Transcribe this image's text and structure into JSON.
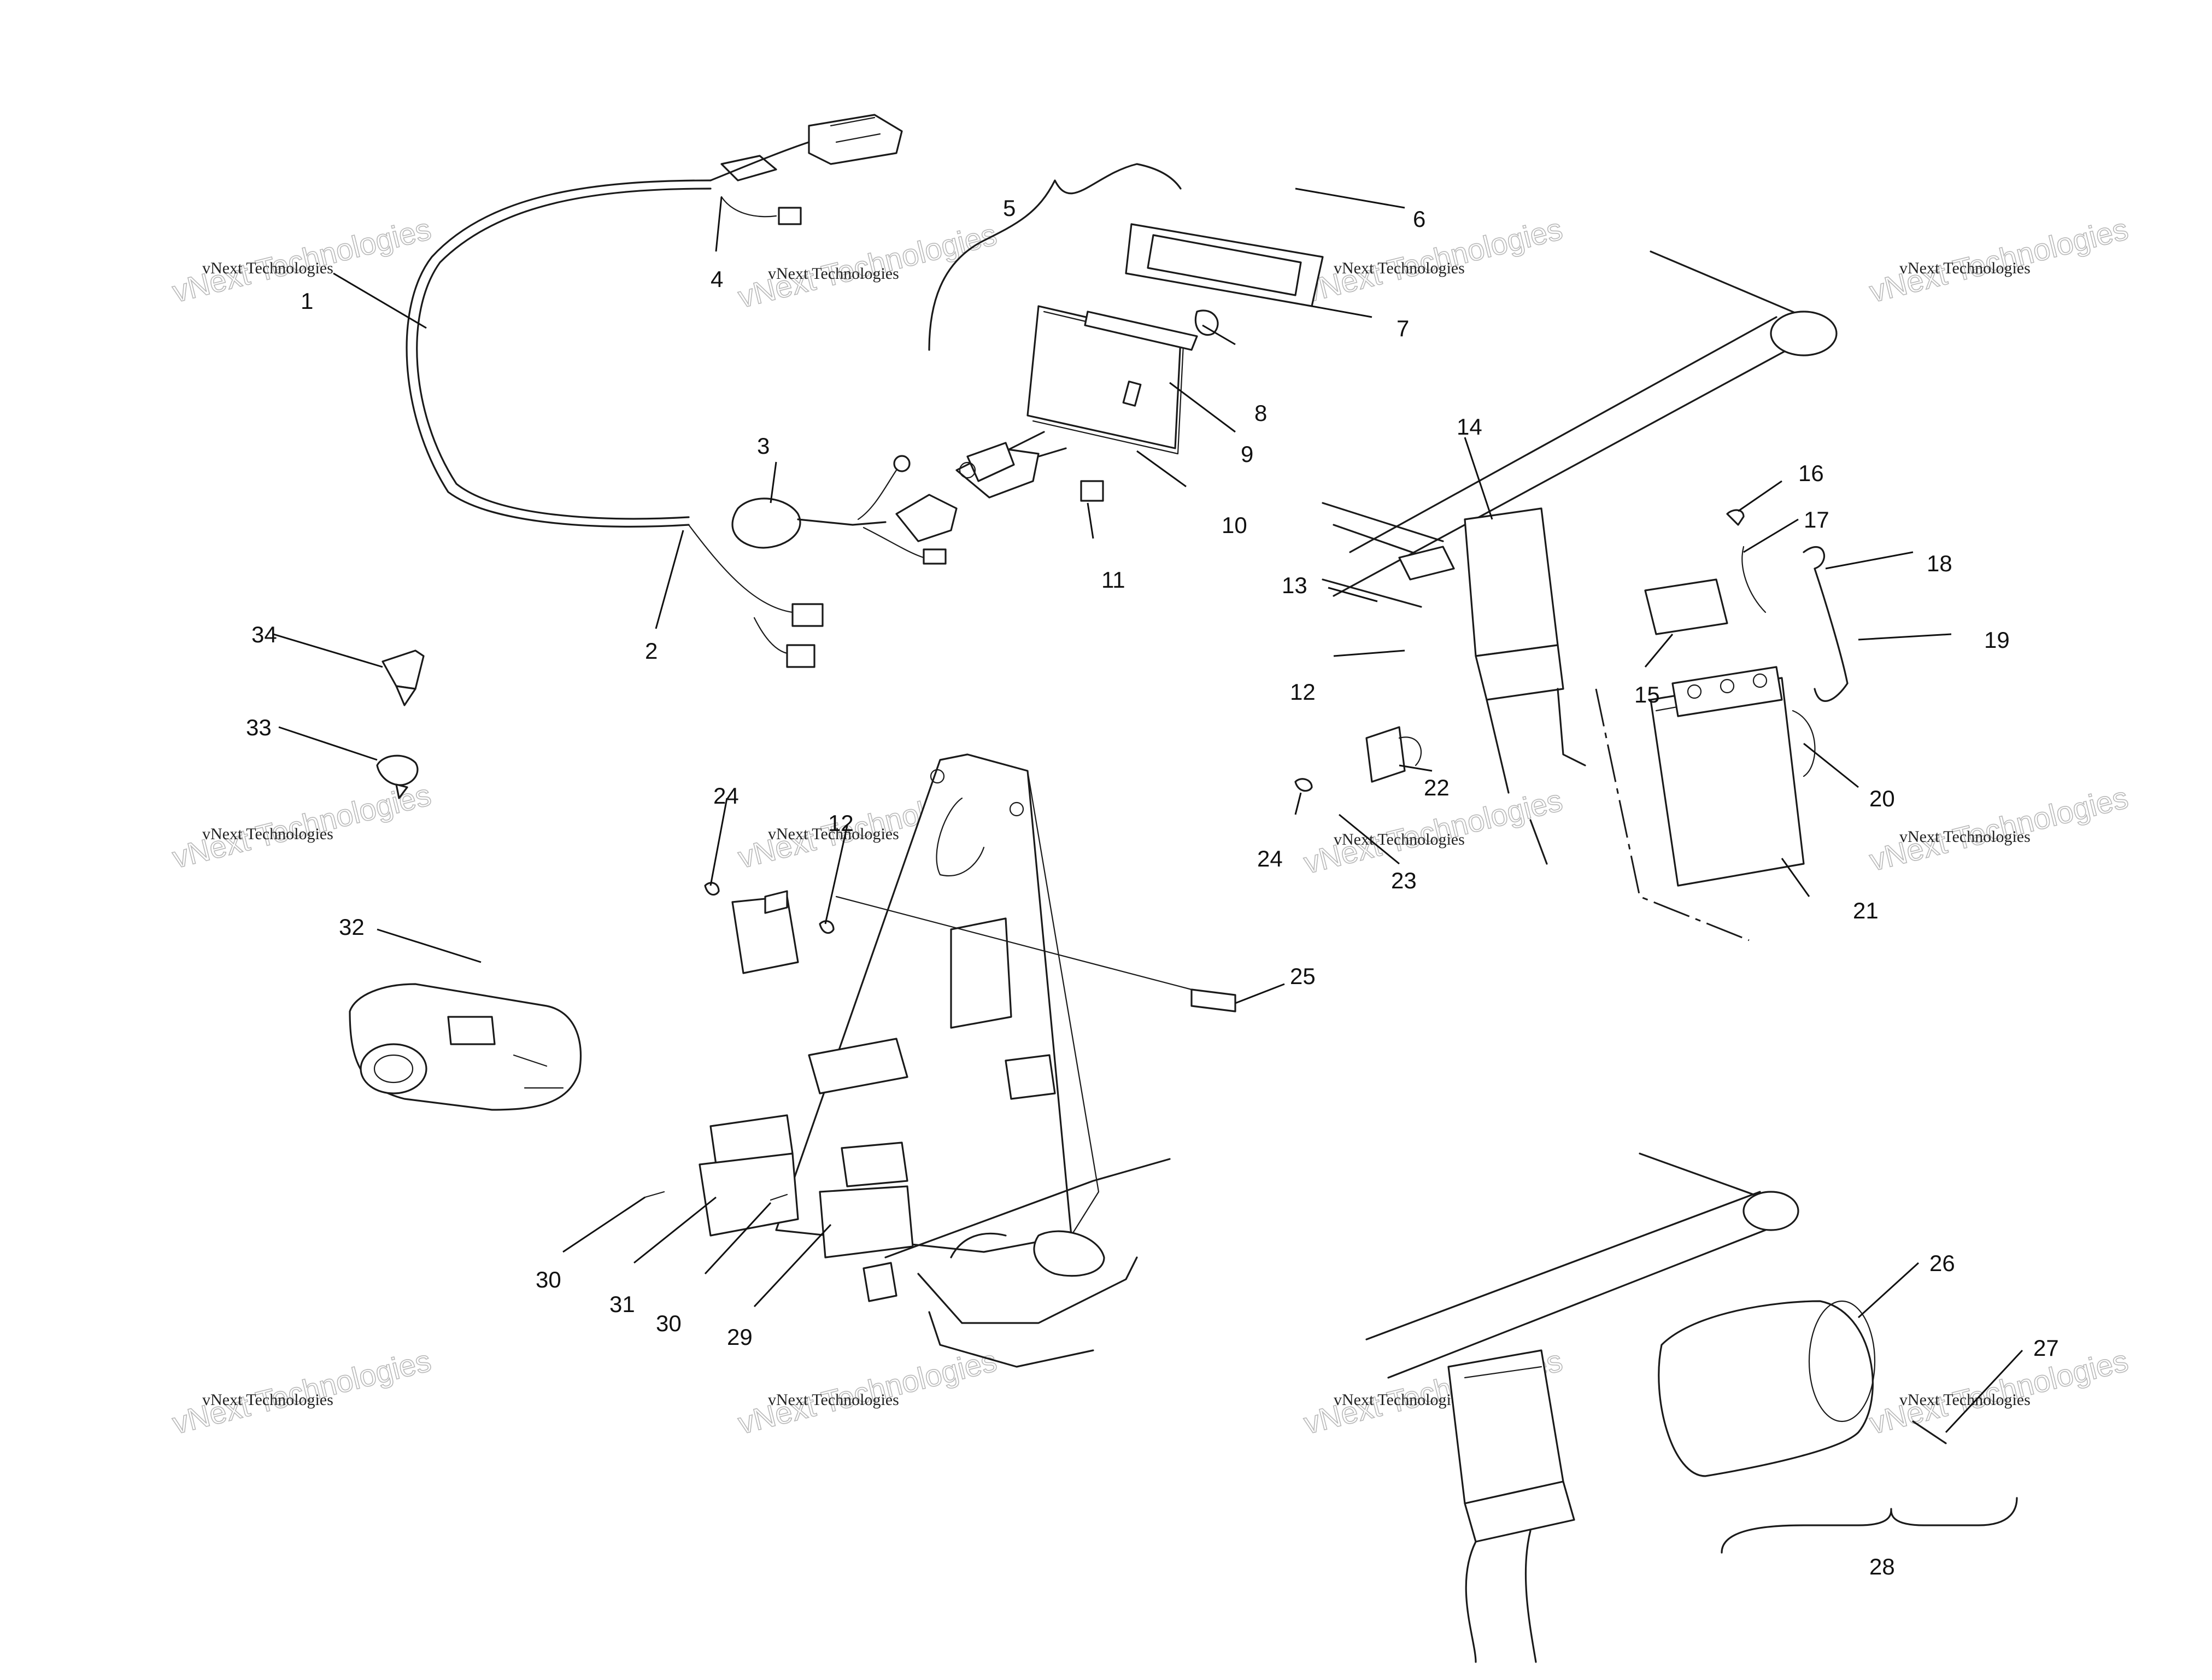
{
  "diagram": {
    "part_labels": {
      "p1": "1",
      "p2": "2",
      "p3": "3",
      "p4": "4",
      "p5": "5",
      "p6": "6",
      "p7": "7",
      "p8": "8",
      "p9": "9",
      "p10": "10",
      "p11": "11",
      "p12a": "12",
      "p12b": "12",
      "p13": "13",
      "p14": "14",
      "p15": "15",
      "p16": "16",
      "p17": "17",
      "p18": "18",
      "p19": "19",
      "p20": "20",
      "p21": "21",
      "p22": "22",
      "p23": "23",
      "p24a": "24",
      "p24b": "24",
      "p25": "25",
      "p26": "26",
      "p27": "27",
      "p28": "28",
      "p29": "29",
      "p30a": "30",
      "p30b": "30",
      "p31": "31",
      "p32": "32",
      "p33": "33",
      "p34": "34"
    },
    "watermark": {
      "line1": "vNext Technologies",
      "line2": "vNext Technologies"
    }
  }
}
